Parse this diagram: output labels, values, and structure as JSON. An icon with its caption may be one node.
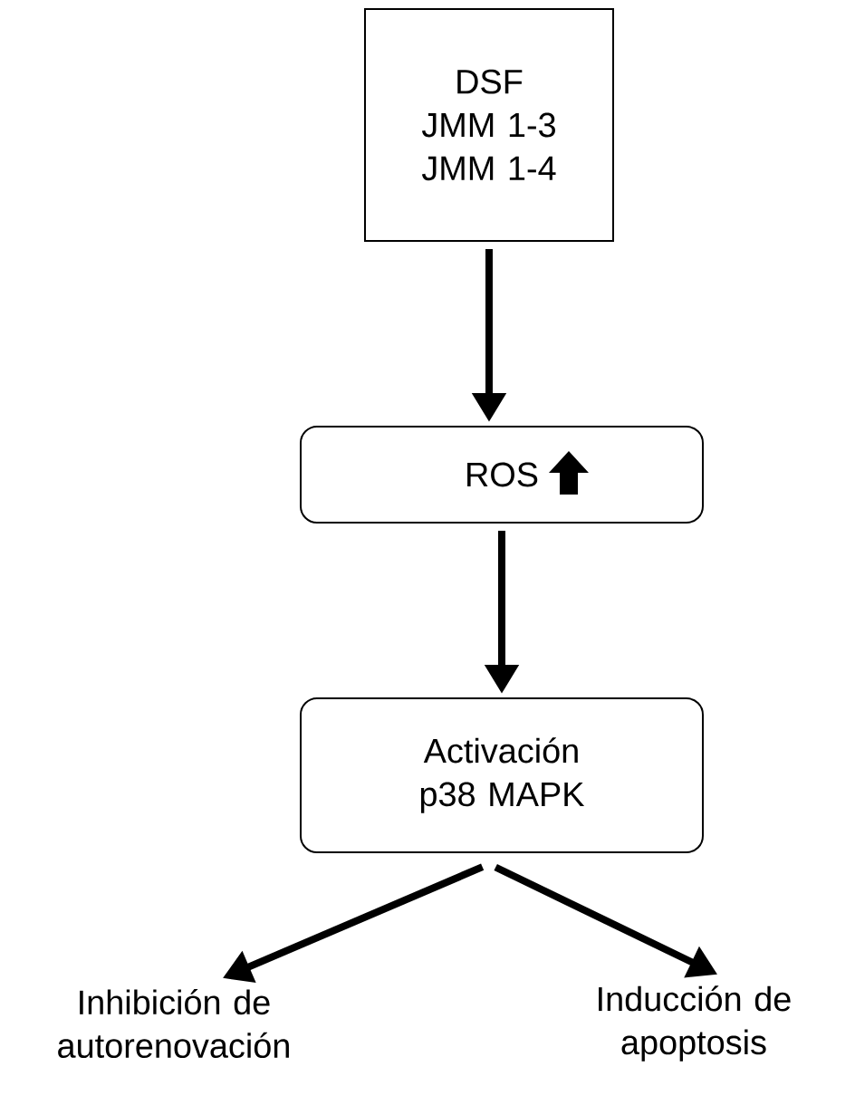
{
  "diagram": {
    "nodes": [
      {
        "text": [
          "DSF",
          "JMM 1-3",
          "JMM 1-4"
        ]
      },
      {
        "text": [
          "ROS"
        ]
      },
      {
        "text": [
          "Activación p38 MAPK"
        ]
      },
      {
        "text": [
          "Inhibición de autorenovación"
        ]
      },
      {
        "text": [
          "Inducción de apoptosis"
        ]
      }
    ],
    "edges": [
      {
        "from": 0,
        "to": 1,
        "arrow": "to"
      },
      {
        "from": 1,
        "to": 2,
        "arrow": "to"
      },
      {
        "from": 2,
        "to": 3,
        "arrow": "to"
      },
      {
        "from": 2,
        "to": 4,
        "arrow": "to"
      }
    ]
  }
}
